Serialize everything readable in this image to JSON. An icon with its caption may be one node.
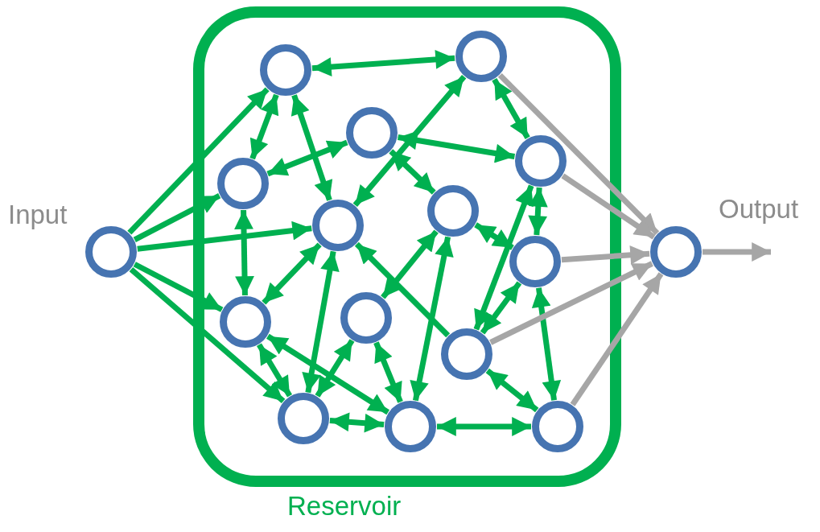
{
  "diagram": {
    "nodes": [
      {
        "text": [],
        "shape": "circle",
        "beside": [
          "Input"
        ]
      },
      {
        "text": [
          "Reservoir"
        ]
      },
      {
        "text": [],
        "shape": "circle",
        "in": 1
      },
      {
        "text": [],
        "shape": "circle",
        "in": 1
      },
      {
        "text": [],
        "shape": "circle",
        "in": 1
      },
      {
        "text": [],
        "shape": "circle",
        "in": 1
      },
      {
        "text": [],
        "shape": "circle",
        "in": 1
      },
      {
        "text": [],
        "shape": "circle",
        "in": 1
      },
      {
        "text": [],
        "shape": "circle",
        "in": 1
      },
      {
        "text": [],
        "shape": "circle",
        "in": 1
      },
      {
        "text": [],
        "shape": "circle",
        "in": 1
      },
      {
        "text": [],
        "shape": "circle",
        "in": 1
      },
      {
        "text": [],
        "shape": "circle",
        "in": 1
      },
      {
        "text": [],
        "shape": "circle",
        "in": 1
      },
      {
        "text": [],
        "shape": "circle",
        "in": 1
      },
      {
        "text": [],
        "shape": "circle",
        "in": 1
      },
      {
        "text": [],
        "shape": "circle",
        "beside": [
          "Output"
        ]
      }
    ],
    "edges": [
      {
        "from": 0,
        "to": 2,
        "arrow": "to"
      },
      {
        "from": 0,
        "to": 6,
        "arrow": "to"
      },
      {
        "from": 0,
        "to": 7,
        "arrow": "to"
      },
      {
        "from": 0,
        "to": 10,
        "arrow": "to"
      },
      {
        "from": 0,
        "to": 13,
        "arrow": "to"
      },
      {
        "from": 2,
        "to": 3,
        "arrow": "both"
      },
      {
        "from": 2,
        "to": 6,
        "arrow": "both"
      },
      {
        "from": 2,
        "to": 7,
        "arrow": "both"
      },
      {
        "from": 4,
        "to": 6,
        "arrow": "both"
      },
      {
        "from": 4,
        "to": 5,
        "arrow": "both"
      },
      {
        "from": 4,
        "to": 8,
        "arrow": "both"
      },
      {
        "from": 7,
        "to": 3,
        "arrow": "both"
      },
      {
        "from": 3,
        "to": 5,
        "arrow": "both"
      },
      {
        "from": 5,
        "to": 9,
        "arrow": "both"
      },
      {
        "from": 12,
        "to": 5,
        "arrow": "both"
      },
      {
        "from": 12,
        "to": 7,
        "arrow": "to"
      },
      {
        "from": 8,
        "to": 11,
        "arrow": "both"
      },
      {
        "from": 8,
        "to": 9,
        "arrow": "both"
      },
      {
        "from": 8,
        "to": 14,
        "arrow": "both"
      },
      {
        "from": 11,
        "to": 13,
        "arrow": "both"
      },
      {
        "from": 11,
        "to": 14,
        "arrow": "both"
      },
      {
        "from": 7,
        "to": 10,
        "arrow": "both"
      },
      {
        "from": 7,
        "to": 13,
        "arrow": "both"
      },
      {
        "from": 6,
        "to": 10,
        "arrow": "both"
      },
      {
        "from": 10,
        "to": 13,
        "arrow": "both"
      },
      {
        "from": 10,
        "to": 14,
        "arrow": "both"
      },
      {
        "from": 13,
        "to": 14,
        "arrow": "both"
      },
      {
        "from": 14,
        "to": 15,
        "arrow": "both"
      },
      {
        "from": 12,
        "to": 15,
        "arrow": "both"
      },
      {
        "from": 9,
        "to": 15,
        "arrow": "both"
      },
      {
        "from": 12,
        "to": 9,
        "arrow": "both"
      },
      {
        "from": 3,
        "to": 16,
        "arrow": "to",
        "color": "#a6a6a6"
      },
      {
        "from": 5,
        "to": 16,
        "arrow": "to",
        "color": "#a6a6a6"
      },
      {
        "from": 9,
        "to": 16,
        "arrow": "to",
        "color": "#a6a6a6"
      },
      {
        "from": 12,
        "to": 16,
        "arrow": "to",
        "color": "#a6a6a6"
      },
      {
        "from": 15,
        "to": 16,
        "arrow": "to",
        "color": "#a6a6a6"
      },
      {
        "from": 16,
        "to": null,
        "arrow": "to",
        "color": "#a6a6a6"
      }
    ]
  }
}
